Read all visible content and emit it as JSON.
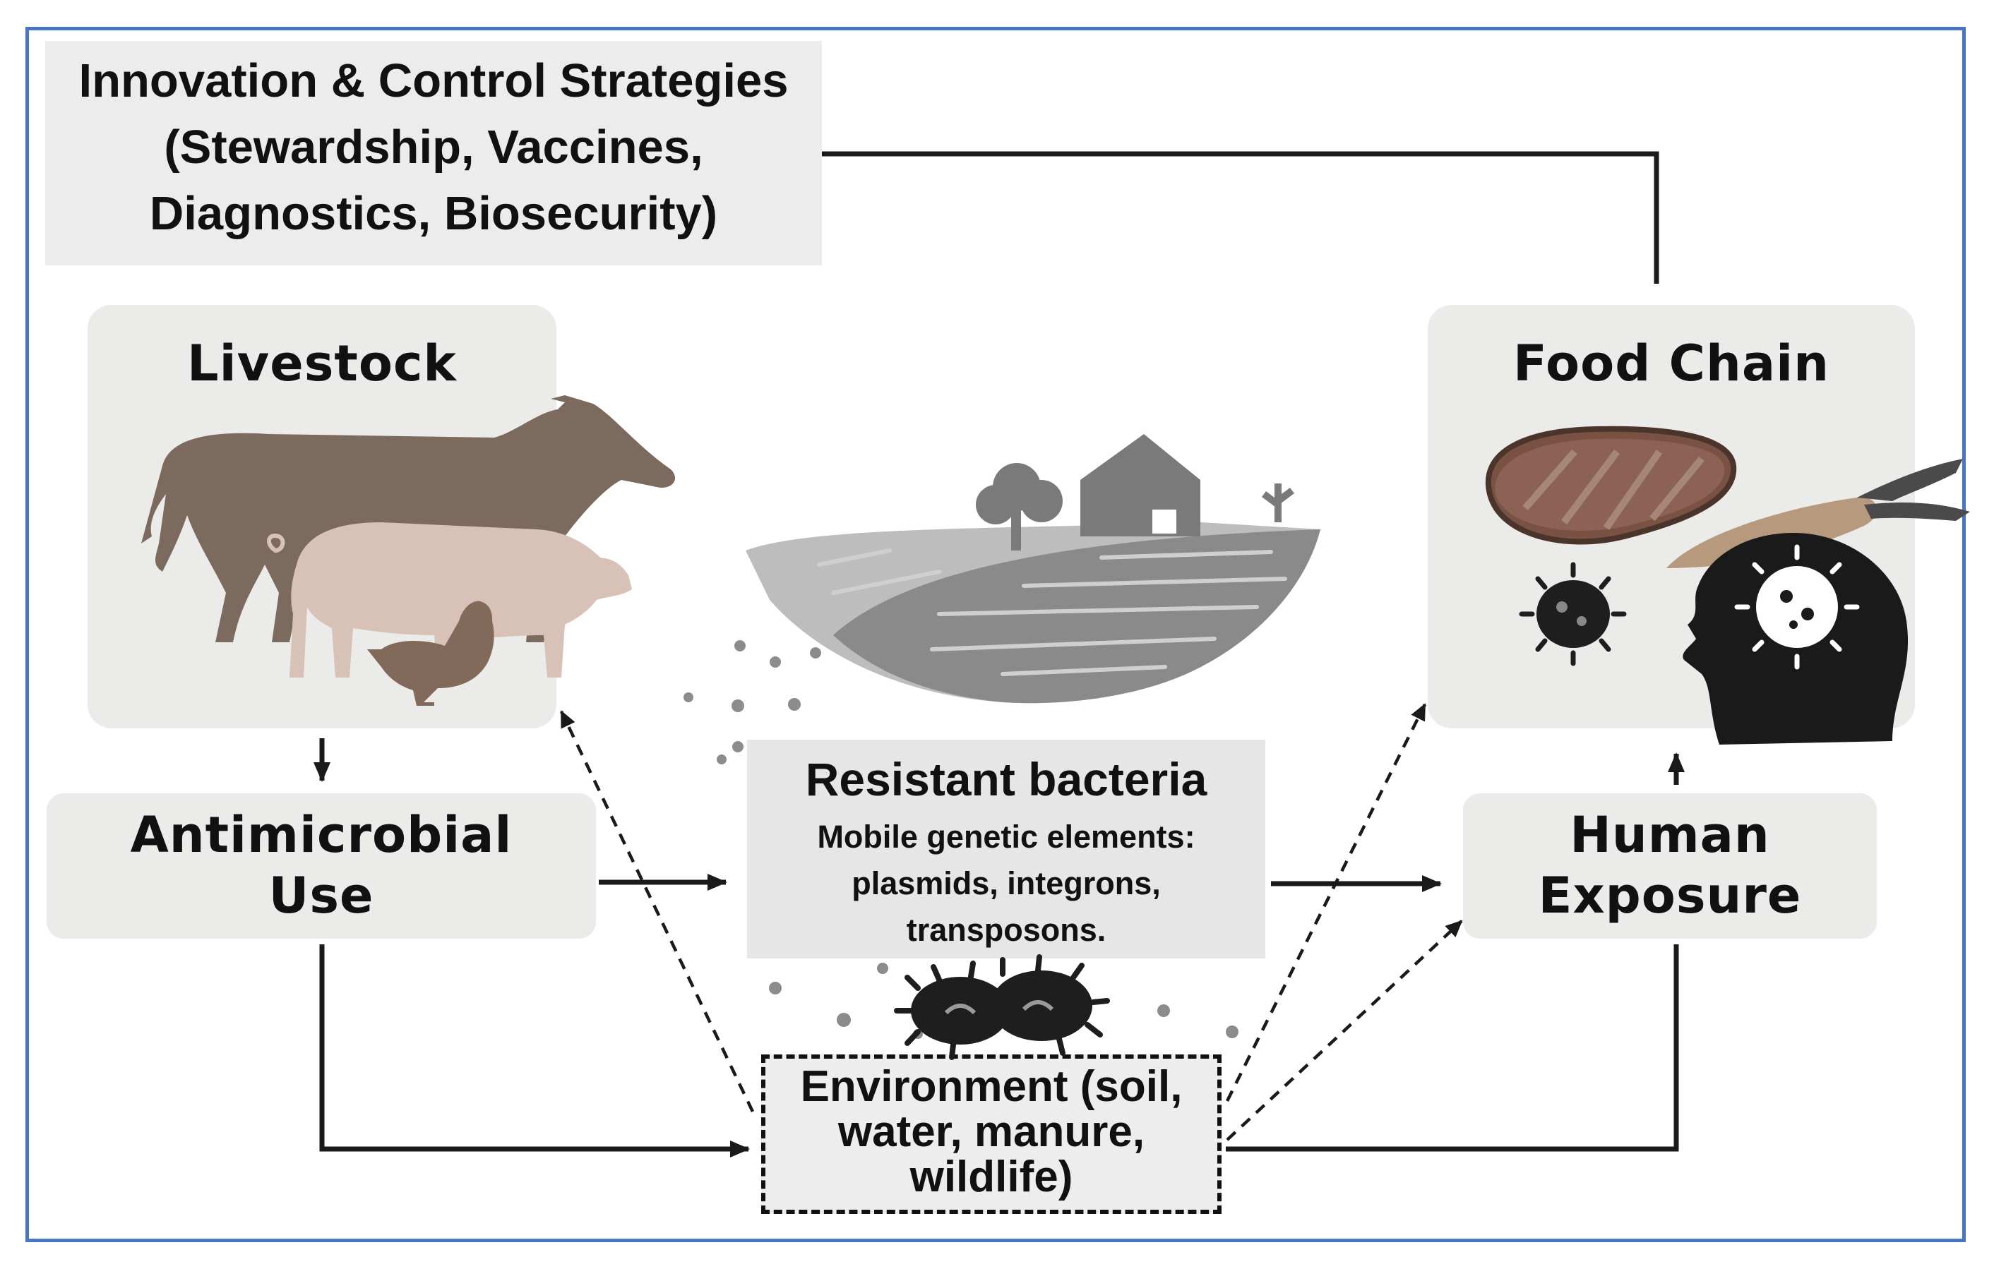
{
  "strategies": {
    "line1": "Innovation & Control Strategies",
    "line2": "(Stewardship, Vaccines,",
    "line3": "Diagnostics, Biosecurity)"
  },
  "livestock": {
    "title": "Livestock"
  },
  "food_chain": {
    "title": "Food Chain"
  },
  "antimicrobial": {
    "line1": "Antimicrobial",
    "line2": "Use"
  },
  "resistant": {
    "title": "Resistant bacteria",
    "line1": "Mobile genetic elements:",
    "line2": "plasmids, integrons,",
    "line3": "transposons."
  },
  "human": {
    "line1": "Human",
    "line2": "Exposure"
  },
  "environment": {
    "line1": "Environment (soil,",
    "line2": "water, manure,",
    "line3": "wildlife)"
  },
  "colors": {
    "frame": "#4a74c4",
    "box": "#ebebe9",
    "cow": "#7d6a5e",
    "pig": "#d8c2b8",
    "hen": "#826a5a",
    "farm": "#7a7a7a",
    "arrow": "#1a1a1a"
  },
  "icons": [
    "cow-icon",
    "pig-icon",
    "hen-icon",
    "farm-icon",
    "bacteria-icon",
    "steak-icon",
    "carrot-icon",
    "head-icon",
    "microbe-icon"
  ]
}
